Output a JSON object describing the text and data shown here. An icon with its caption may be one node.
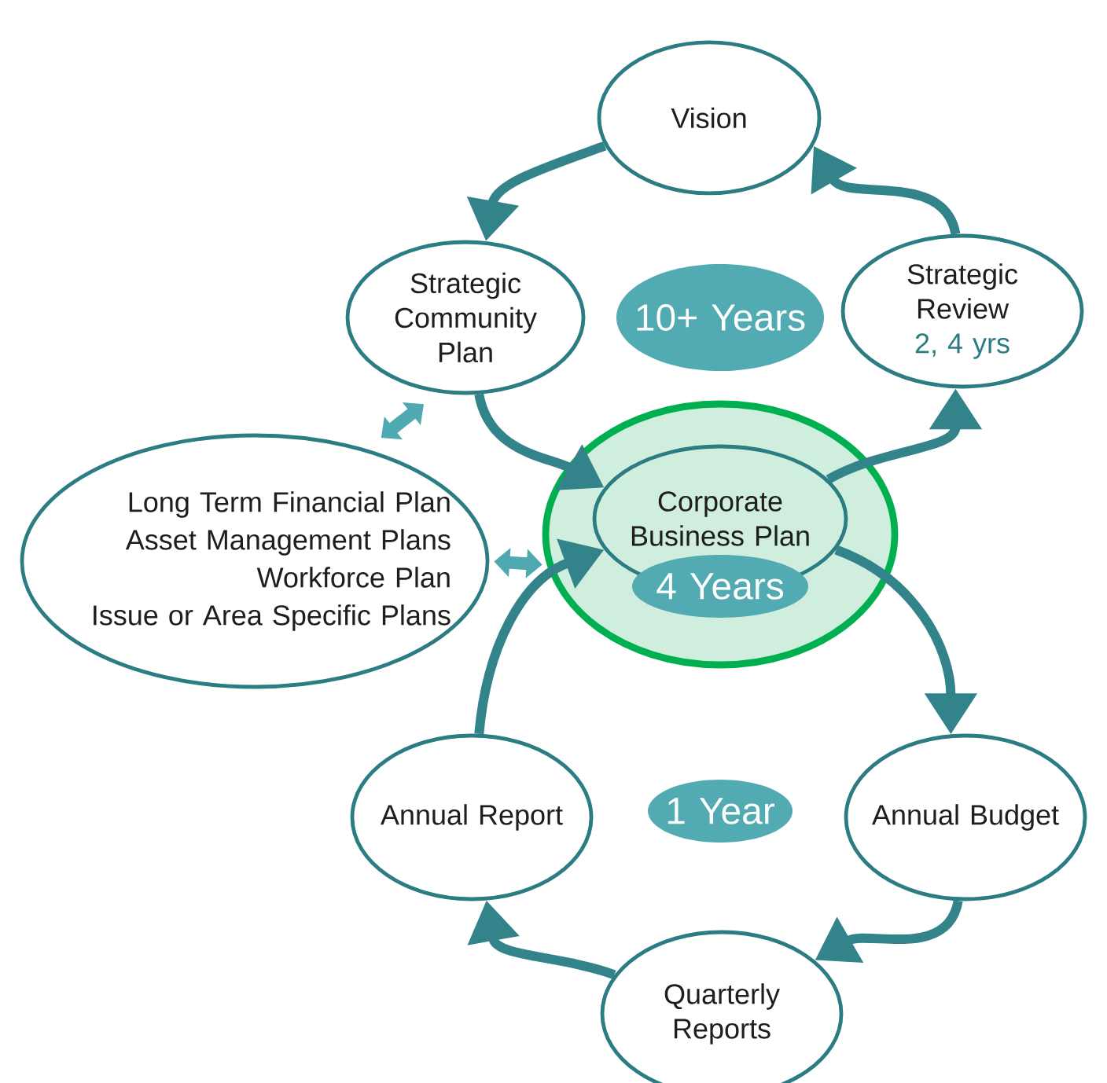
{
  "diagram": {
    "nodes": [
      {
        "text": [
          "Vision"
        ]
      },
      {
        "text": [
          "Strategic Community Plan"
        ]
      },
      {
        "text": [
          "10+ Years"
        ]
      },
      {
        "text": [
          "Strategic Review",
          "2, 4 yrs"
        ]
      },
      {
        "text": [],
        "shape": "circle"
      },
      {
        "text": [
          "Corporate Business Plan"
        ],
        "in": 4
      },
      {
        "text": [
          "4 Years"
        ],
        "in": 4
      },
      {
        "text": [
          "Long Term Financial Plan",
          "Asset Management Plans",
          "Workforce Plan",
          "Issue or Area Specific Plans"
        ]
      },
      {
        "text": [
          "Annual Report"
        ]
      },
      {
        "text": [
          "1 Year"
        ]
      },
      {
        "text": [
          "Annual Budget"
        ]
      },
      {
        "text": [
          "Quarterly Reports"
        ]
      }
    ],
    "edges": [
      {
        "from": 0,
        "to": 1,
        "arrow": "to"
      },
      {
        "from": 1,
        "to": 5,
        "arrow": "to"
      },
      {
        "from": 5,
        "to": 3,
        "arrow": "to"
      },
      {
        "from": 3,
        "to": 0,
        "arrow": "to"
      },
      {
        "from": 5,
        "to": 10,
        "arrow": "to"
      },
      {
        "from": 10,
        "to": 11,
        "arrow": "to"
      },
      {
        "from": 11,
        "to": 8,
        "arrow": "to"
      },
      {
        "from": 8,
        "to": 5,
        "arrow": "to"
      },
      {
        "from": 1,
        "to": 7,
        "arrow": "both",
        "color": "#4fa9b1"
      },
      {
        "from": 7,
        "to": 4,
        "arrow": "both",
        "color": "#4fa9b1"
      }
    ]
  }
}
